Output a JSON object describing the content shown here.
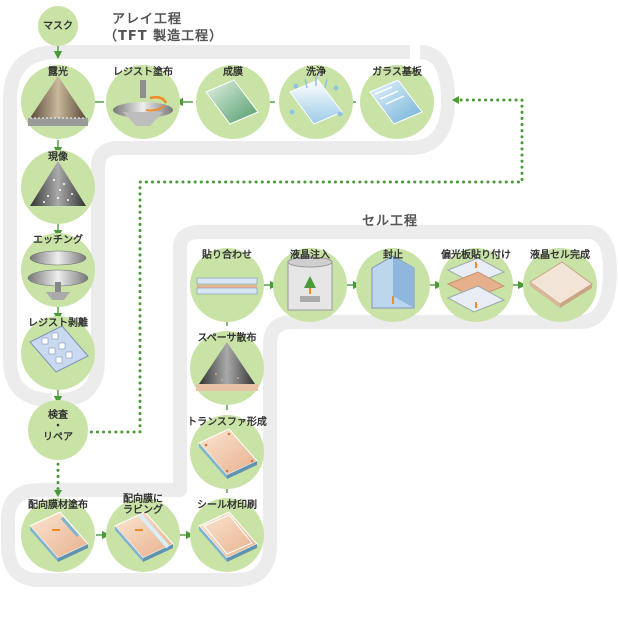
{
  "titles": {
    "array_line1": "アレイ工程",
    "array_line2": "（TFT 製造工程）",
    "cell": "セル工程"
  },
  "steps": {
    "mask": "マスク",
    "glass": "ガラス基板",
    "wash": "洗浄",
    "film": "成膜",
    "resist_coat": "レジスト塗布",
    "exposure": "露光",
    "develop": "現像",
    "etching": "エッチング",
    "resist_strip": "レジスト剥離",
    "inspect_1": "検査",
    "inspect_2": "・",
    "inspect_3": "リペア",
    "align_coat": "配向膜材塗布",
    "rubbing_1": "配向膜に",
    "rubbing_2": "ラビング",
    "seal": "シール材印刷",
    "transfer": "トランスファ形成",
    "spacer": "スペーサ散布",
    "bond": "貼り合わせ",
    "lc_inject": "液晶注入",
    "seal_stop": "封止",
    "polarizer": "偏光板貼り付け",
    "complete": "液晶セル完成"
  },
  "colors": {
    "circle": "#c9e3a6",
    "track": "#ececec",
    "arrow": "#4a9a3a",
    "dots": "#4a9a3a"
  }
}
